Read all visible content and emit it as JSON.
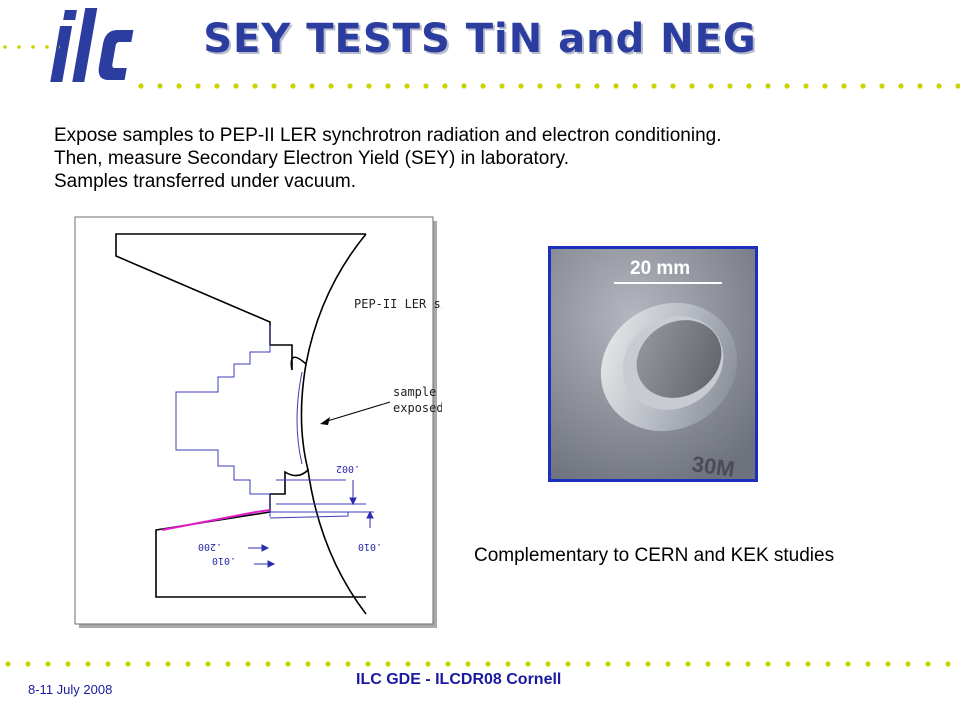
{
  "slide": {
    "title": "SEY TESTS TiN and NEG",
    "intro_lines": [
      "Expose samples to PEP-II LER synchrotron radiation and electron conditioning.",
      "Then, measure Secondary Electron Yield (SEY) in laboratory.",
      "Samples transferred under vacuum."
    ],
    "drawing": {
      "label_side": "PEP-II LER side",
      "label_surface_line1": "sample surface",
      "label_surface_line2": "exposed to SR",
      "dims": [
        ".002",
        ".010",
        ".200",
        ".010"
      ]
    },
    "photo": {
      "scale_label": "20 mm"
    },
    "complementary": "Complementary to CERN and KEK studies"
  },
  "logo": {
    "text": "ilc"
  },
  "footer": {
    "date": "8-11 July 2008",
    "center": "ILC GDE - ILCDR08 Cornell"
  },
  "colors": {
    "title": "#2c3da0",
    "dots": "#c8d400",
    "footer_text": "#1a1aa0",
    "photo_border": "#1c2fbf",
    "magenta_line": "#e01cc8"
  }
}
